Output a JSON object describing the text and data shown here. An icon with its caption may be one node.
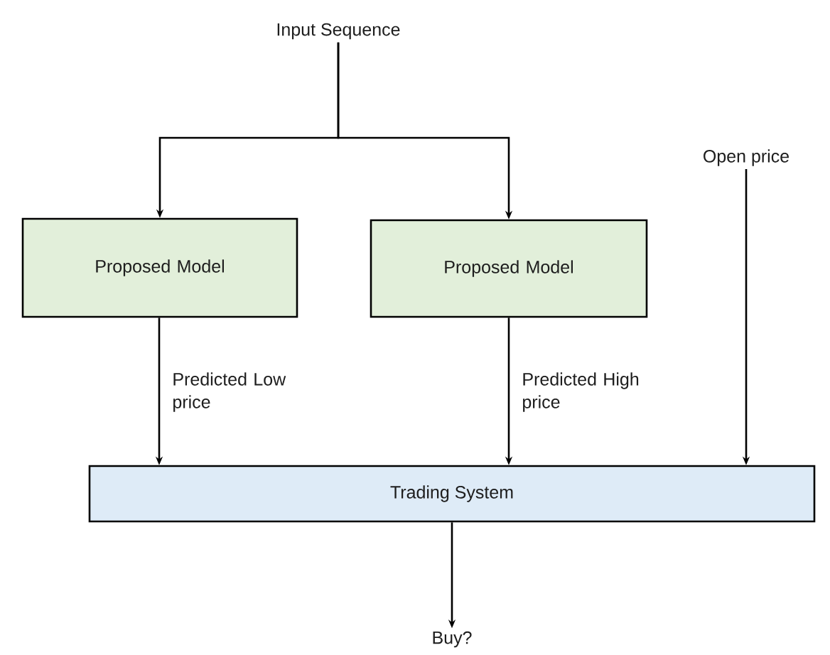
{
  "diagram": {
    "nodes": [
      {
        "text": [
          "Input Sequence"
        ]
      },
      {
        "text": [
          "Proposed Model"
        ]
      },
      {
        "text": [
          "Proposed Model"
        ]
      },
      {
        "text": [
          "Open price"
        ]
      },
      {
        "text": [
          "Trading System"
        ]
      },
      {
        "text": [
          "Buy?"
        ]
      }
    ],
    "edges": [
      {
        "from": 0,
        "to": 1,
        "arrow": "to"
      },
      {
        "from": 0,
        "to": 2,
        "arrow": "to"
      },
      {
        "from": 1,
        "to": 4,
        "arrow": "to",
        "label": "Predicted Low price"
      },
      {
        "from": 2,
        "to": 4,
        "arrow": "to",
        "label": "Predicted High price"
      },
      {
        "from": 3,
        "to": 4,
        "arrow": "to"
      },
      {
        "from": 4,
        "to": 5,
        "arrow": "to"
      }
    ]
  }
}
